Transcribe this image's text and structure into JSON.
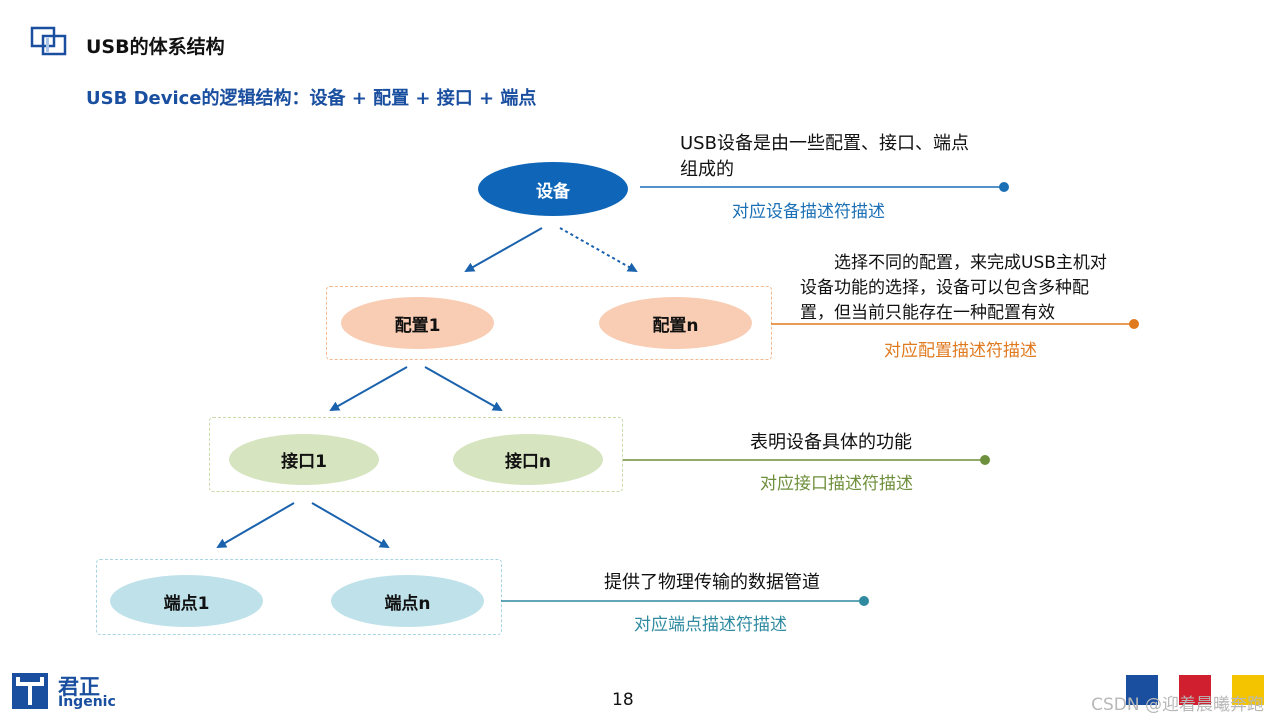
{
  "header": {
    "title": "USB的体系结构",
    "subtitle": "USB Device的逻辑结构：设备 + 配置 + 接口 + 端点"
  },
  "diagram": {
    "device": {
      "label": "设备"
    },
    "configs": [
      {
        "label": "配置1"
      },
      {
        "label": "配置n"
      }
    ],
    "interfaces": [
      {
        "label": "接口1"
      },
      {
        "label": "接口n"
      }
    ],
    "endpoints": [
      {
        "label": "端点1"
      },
      {
        "label": "端点n"
      }
    ]
  },
  "annotations": {
    "device": {
      "note_line1": "USB设备是由一些配置、接口、端点",
      "note_line2": "组成的",
      "desc": "对应设备描述符描述",
      "color": "#1a6fb5"
    },
    "config": {
      "note_line1": "选择不同的配置，来完成USB主机对",
      "note_line2": "设备功能的选择，设备可以包含多种配",
      "note_line3": "置，但当前只能存在一种配置有效",
      "desc": "对应配置描述符描述",
      "color": "#e07a1f"
    },
    "interface": {
      "note": "表明设备具体的功能",
      "desc": "对应接口描述符描述",
      "color": "#6e8f3b"
    },
    "endpoint": {
      "note": "提供了物理传输的数据管道",
      "desc": "对应端点描述符描述",
      "color": "#2f8aa0"
    }
  },
  "footer": {
    "page_number": "18",
    "logo_cn": "君正",
    "logo_en": "Ingenic",
    "watermark": "CSDN @迎着晨曦奔跑"
  },
  "colors": {
    "device_fill": "#0f66b8",
    "config_fill": "#f8cdb3",
    "interface_fill": "#d6e4bf",
    "endpoint_fill": "#bfe1ea",
    "arrow": "#1a62ad",
    "brand_blue": "#1a4fa0",
    "brand_red": "#d0202f",
    "brand_yellow": "#f5c400"
  }
}
